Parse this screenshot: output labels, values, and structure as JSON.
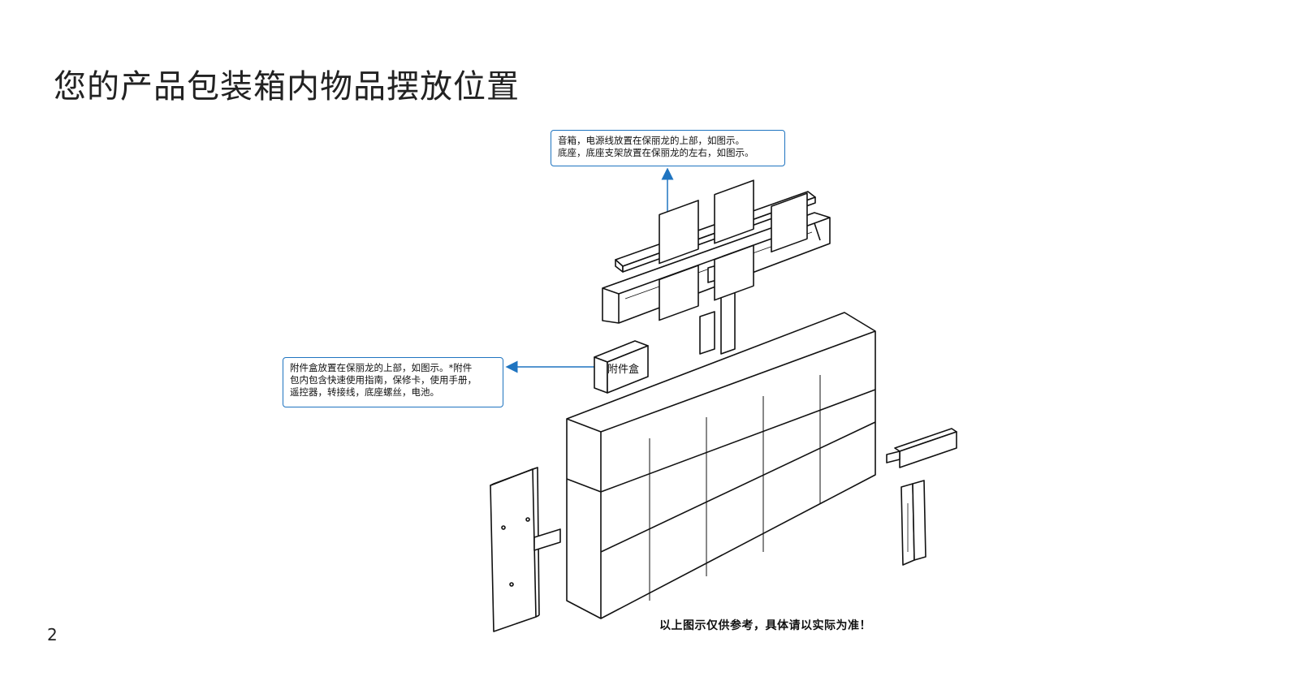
{
  "page": {
    "title": "您的产品包装箱内物品摆放位置",
    "page_number": "2"
  },
  "callouts": {
    "top": {
      "line1": "音箱，电源线放置在保丽龙的上部，如图示。",
      "line2": "底座，底座支架放置在保丽龙的左右，如图示。"
    },
    "left": {
      "line1": "附件盒放置在保丽龙的上部，如图示。*附件",
      "line2": "包内包含快速使用指南，保修卡，使用手册，",
      "line3": "遥控器，转接线，底座螺丝，电池。"
    }
  },
  "diagram": {
    "accessory_box_label": "附件盒"
  },
  "disclaimer": "以上图示仅供参考，具体请以实际为准！",
  "colors": {
    "accent": "#1f74c0",
    "line": "#111111"
  }
}
